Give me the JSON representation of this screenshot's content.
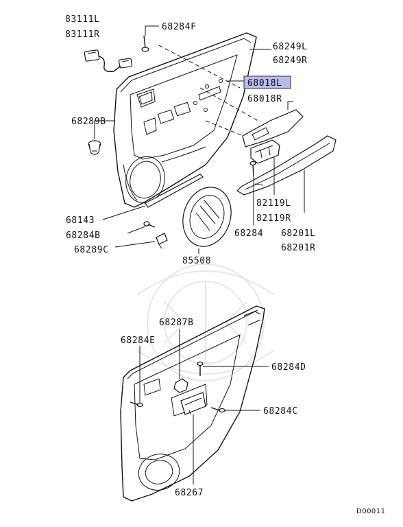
{
  "labels": {
    "p83111L": "83111L",
    "p83111R": "83111R",
    "p68284F": "68284F",
    "p68249L": "68249L",
    "p68249R": "68249R",
    "p68018L": "68018L",
    "p68018R": "68018R",
    "p68289B": "68289B",
    "p82119L": "82119L",
    "p82119R": "82119R",
    "p68201L": "68201L",
    "p68201R": "68201R",
    "p68284": "68284",
    "p68143": "68143",
    "p68284B": "68284B",
    "p68289C": "68289C",
    "p85508": "85508",
    "p68287B": "68287B",
    "p68284E": "68284E",
    "p68284D": "68284D",
    "p68284C": "68284C",
    "p68267": "68267"
  },
  "footer": {
    "code": "D00011"
  },
  "colors": {
    "highlight": "#b9b9ee",
    "ink": "#111111"
  }
}
